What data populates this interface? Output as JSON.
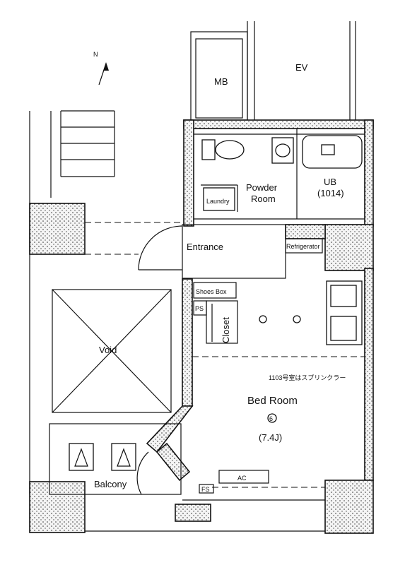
{
  "compass": {
    "north_label": "N"
  },
  "rooms": {
    "mb": "MB",
    "ev": "EV",
    "powder_room_line1": "Powder",
    "powder_room_line2": "Room",
    "ub_line1": "UB",
    "ub_line2": "(1014)",
    "laundry": "Laundry",
    "entrance": "Entrance",
    "shoes_box": "Shoes Box",
    "closet": "Closet",
    "ps": "PS",
    "void": "Void",
    "bed_room": "Bed Room",
    "bed_room_area": "(7.4J)",
    "bed_room_marker": "6",
    "balcony": "Balcony",
    "refrigerator": "Refrigerator",
    "sprinkler_note": "1103号室はスプリンクラー",
    "ac": "AC",
    "fs": "FS"
  }
}
